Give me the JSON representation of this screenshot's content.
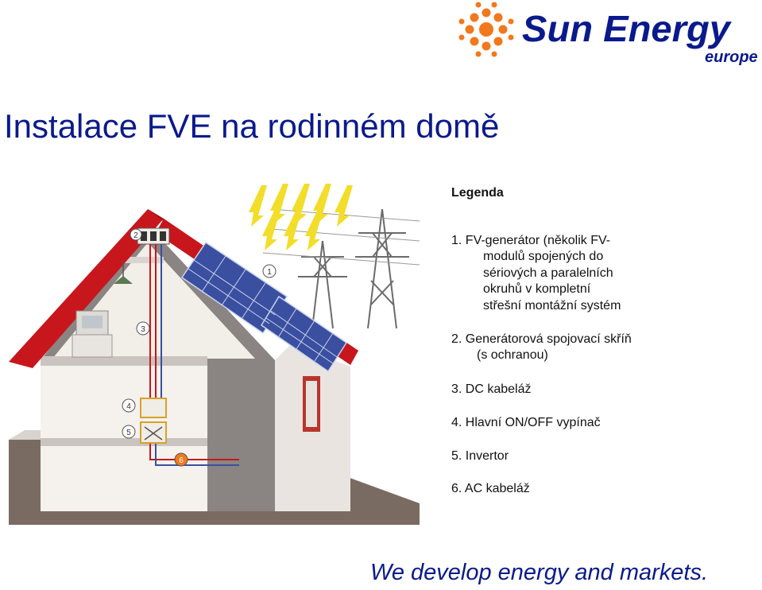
{
  "header": {
    "logo": {
      "text_main": "Sun Energy",
      "text_sub": "europe",
      "colors": {
        "sun": "#f2781d",
        "text": "#0a1a8c"
      }
    },
    "title": "Instalace FVE na rodinném domě"
  },
  "figure": {
    "markers": [
      "1",
      "2",
      "3",
      "4",
      "5",
      "6"
    ],
    "colors": {
      "roof": "#c8161d",
      "wall": "#ece6e2",
      "ground": "#7a6b62",
      "panel": "#3a4f9f",
      "sun_ray": "#f2de2a"
    }
  },
  "legend": {
    "title": "Legenda",
    "items": [
      {
        "lines": [
          "1. FV-generátor (několik FV-",
          "modulů spojených do",
          "sériových a paralelních",
          "okruhů v kompletní",
          "střešní montážní systém"
        ]
      },
      {
        "lines": [
          "2. Generátorová spojovací skříň",
          "(s ochranou)"
        ]
      },
      {
        "lines": [
          "3. DC kabeláž"
        ]
      },
      {
        "lines": [
          "4. Hlavní ON/OFF vypínač"
        ]
      },
      {
        "lines": [
          "5. Invertor"
        ]
      },
      {
        "lines": [
          "6. AC kabeláž"
        ]
      }
    ]
  },
  "footer": {
    "tagline": "We develop energy and markets."
  }
}
